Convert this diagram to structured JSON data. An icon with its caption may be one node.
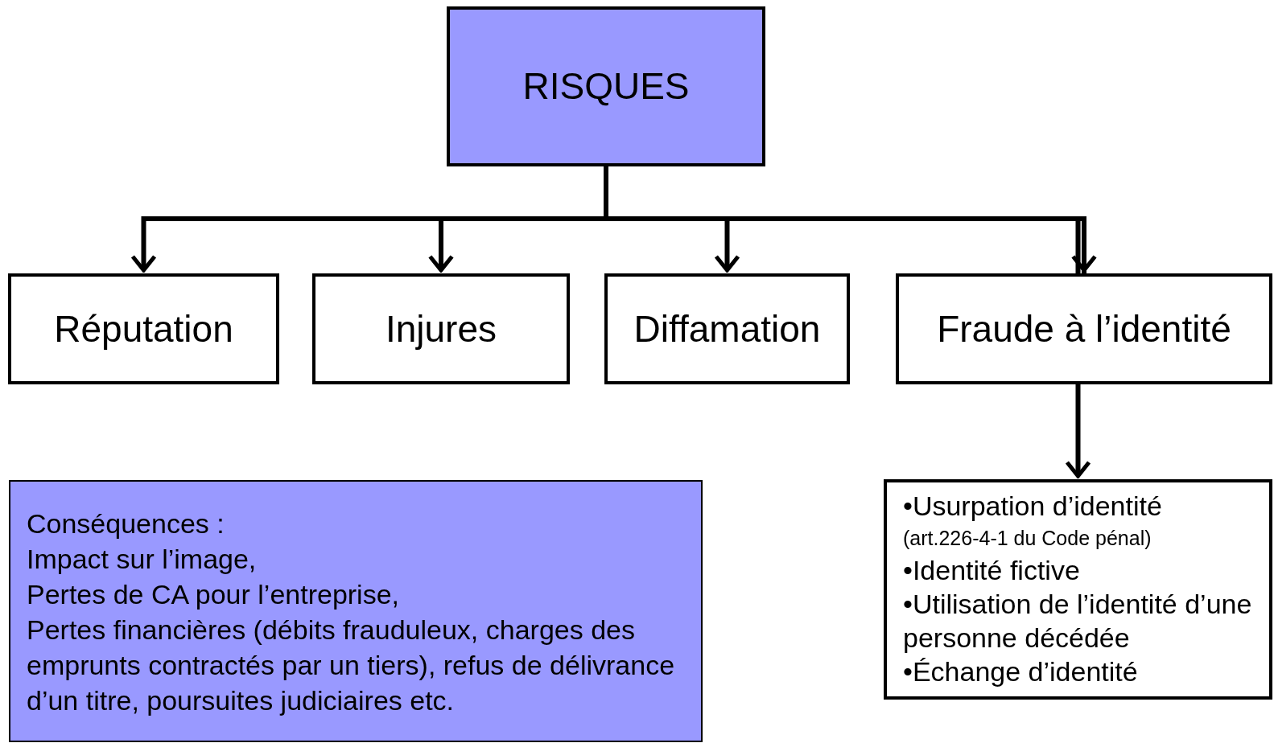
{
  "diagram": {
    "nodes": [
      {
        "text": [
          "RISQUES"
        ]
      },
      {
        "text": [
          "Réputation"
        ]
      },
      {
        "text": [
          "Injures"
        ]
      },
      {
        "text": [
          "Diffamation"
        ]
      },
      {
        "text": [
          "Fraude à l’identité"
        ]
      },
      {
        "text": [
          "•Usurpation d’identité",
          "(art.226-4-1 du Code pénal)",
          "•Identité fictive",
          "•Utilisation de l’identité d’une personne décédée",
          "•Échange d’identité"
        ]
      },
      {
        "text": [
          "Conséquences :",
          "Impact sur l’image,",
          "Pertes de CA pour l’entreprise,",
          "Pertes financières (débits frauduleux, charges des emprunts contractés par un tiers), refus de délivrance d’un titre, poursuites judiciaires etc."
        ]
      }
    ],
    "edges": [
      {
        "from": 0,
        "to": 1,
        "arrow": "to"
      },
      {
        "from": 0,
        "to": 2,
        "arrow": "to"
      },
      {
        "from": 0,
        "to": 3,
        "arrow": "to"
      },
      {
        "from": 0,
        "to": 4,
        "arrow": "to"
      },
      {
        "from": 4,
        "to": 5,
        "arrow": "to"
      }
    ]
  }
}
